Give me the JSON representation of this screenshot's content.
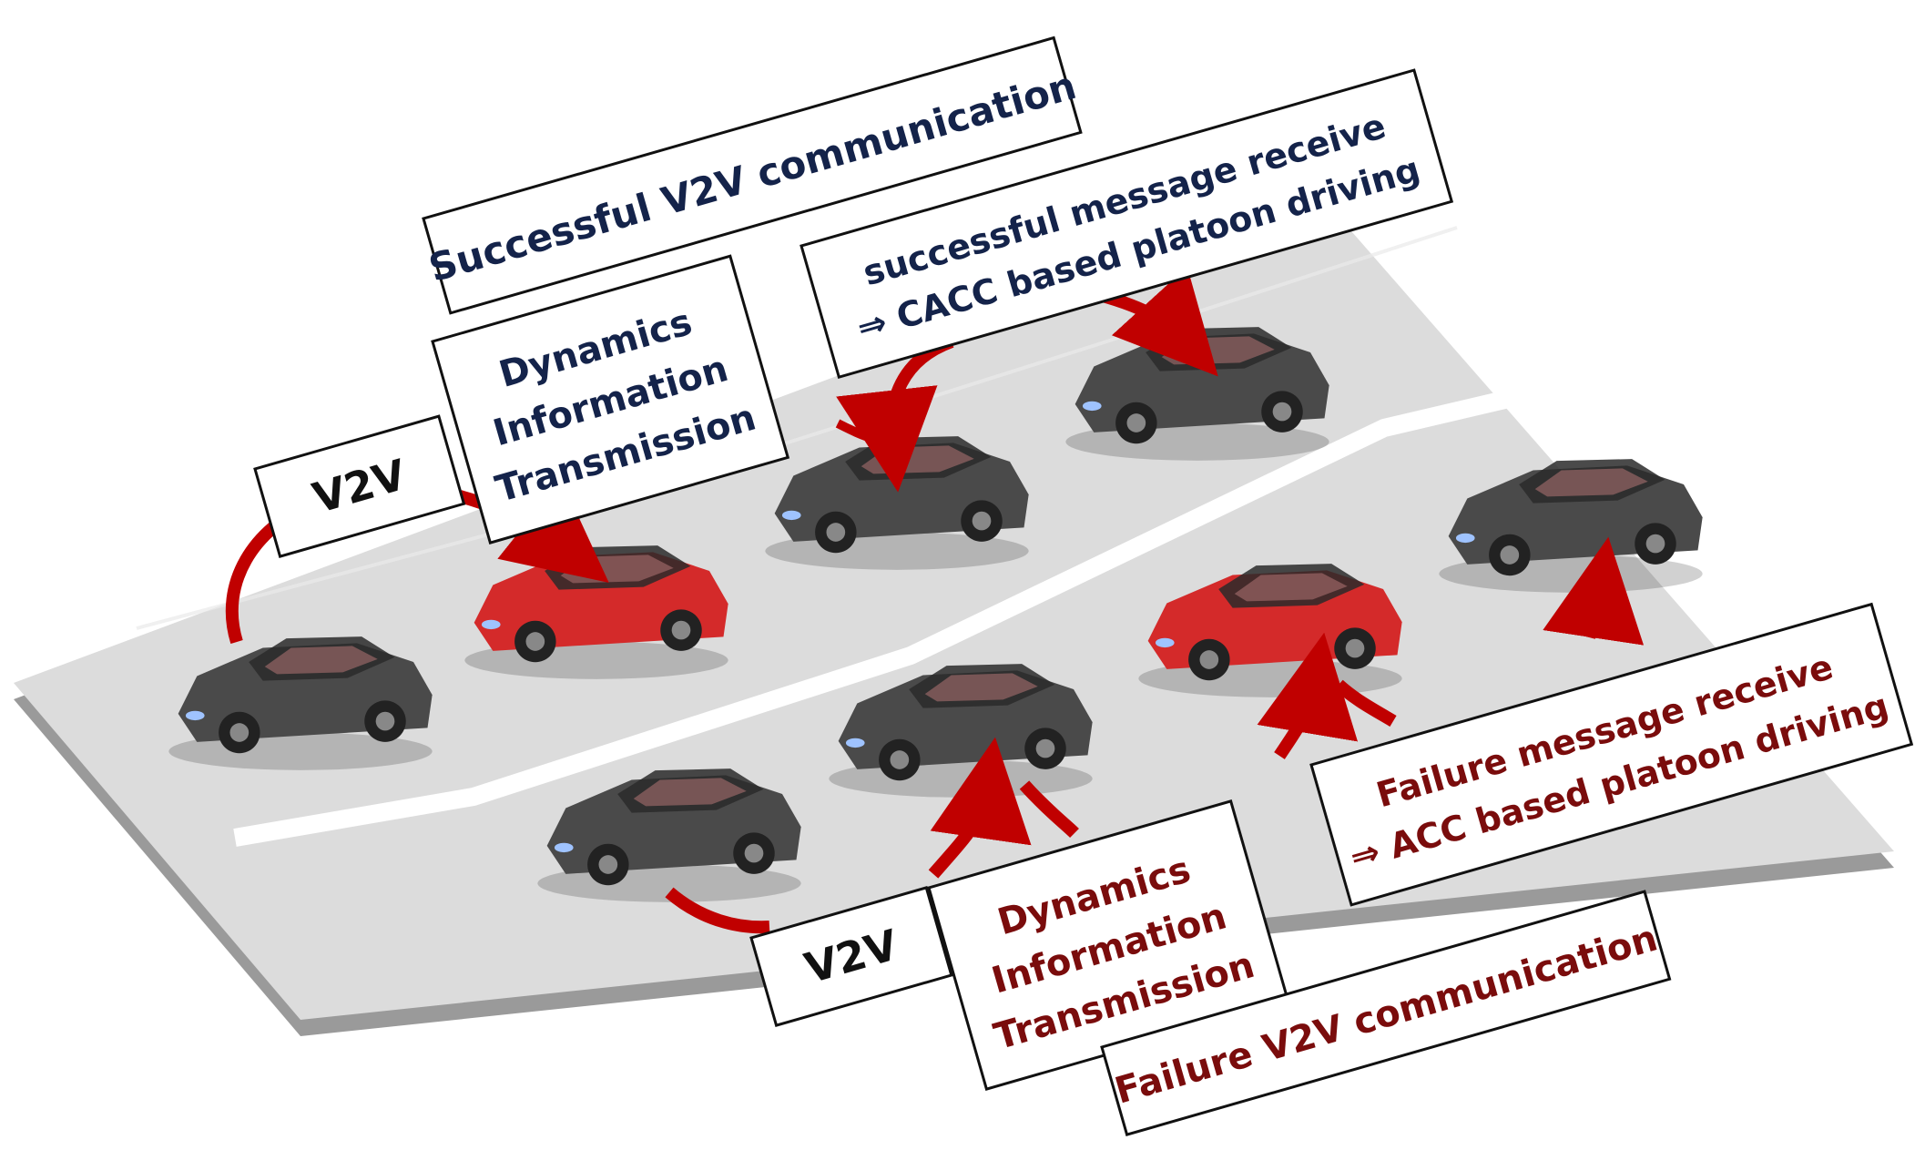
{
  "colors": {
    "road": "#dcdcdc",
    "road_edge": "#9a9a9a",
    "lane_marking": "#ffffff",
    "arrow": "#c00000",
    "car_gray": "#4a4a4a",
    "car_red": "#d42a2a",
    "text_success": "#14234a",
    "text_failure": "#7a0c0c"
  },
  "top_lane": {
    "title": "Successful V2V communication",
    "v2v": "V2V",
    "dynamics": [
      "Dynamics",
      "Information",
      "Transmission"
    ],
    "message": [
      "successful message receive",
      "⇒ CACC based platoon driving"
    ]
  },
  "bottom_lane": {
    "title": "Failure V2V communication",
    "v2v": "V2V",
    "dynamics": [
      "Dynamics",
      "Information",
      "Transmission"
    ],
    "message": [
      "Failure message receive",
      "⇒ ACC based platoon driving"
    ]
  },
  "icons": {
    "car": "sedan-car-icon",
    "arrow": "curved-arrow-icon"
  }
}
